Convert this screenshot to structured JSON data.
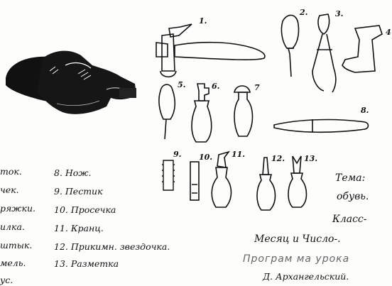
{
  "tools": {
    "numbers": [
      "1.",
      "2.",
      "3.",
      "4",
      "5.",
      "6.",
      "7",
      "8.",
      "9.",
      "10.",
      "11.",
      "12.",
      "13."
    ]
  },
  "legend": {
    "left": [
      "ток.",
      "чек.",
      "ряжки.",
      "илка.",
      "штык.",
      "мель.",
      "ус."
    ],
    "right": [
      "8. Нож.",
      "9. Пестик",
      "10. Просечка",
      "11. Кранц.",
      "12. Прикимн. звездочка.",
      "13. Разметка"
    ]
  },
  "lesson": {
    "topic_label": "Тема:",
    "topic_value": "обувь.",
    "class_label": "Класс-",
    "date_label": "Месяц и Число-.",
    "plan_label": "Програм ма урока",
    "author": "Д. Архангельский."
  },
  "colors": {
    "ink": "#111111",
    "paper": "#fdfdfc",
    "faint": "#666666"
  }
}
